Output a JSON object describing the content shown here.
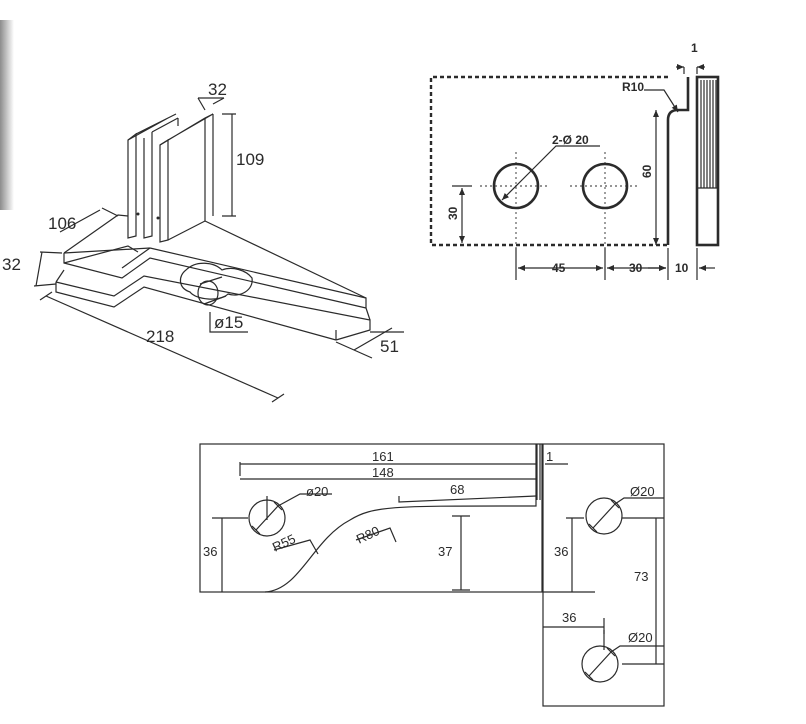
{
  "iso": {
    "height": "109",
    "width_top": "32",
    "arm_depth": "106",
    "thickness": "32",
    "length": "218",
    "hole": "ø15",
    "end_width": "51"
  },
  "side": {
    "gap": "1",
    "radius": "R10",
    "holes": "2-Ø 20",
    "height": "60",
    "hole_height": "30",
    "spacing_a": "45",
    "spacing_b": "30",
    "plate": "10"
  },
  "plan": {
    "total": "161",
    "inner": "148",
    "gap": "1",
    "straight": "68",
    "hole_left": "ø20",
    "r_small": "R55",
    "r_large": "R80",
    "left_height": "36",
    "center_height": "37",
    "hole_right_top": "Ø20",
    "right_height": "36",
    "right_span": "73",
    "right_offset": "36",
    "hole_right_bottom": "Ø20"
  },
  "colors": {
    "ink": "#2b2b2b",
    "paper": "#ffffff",
    "edge_shadow": "#9a9a9a"
  }
}
